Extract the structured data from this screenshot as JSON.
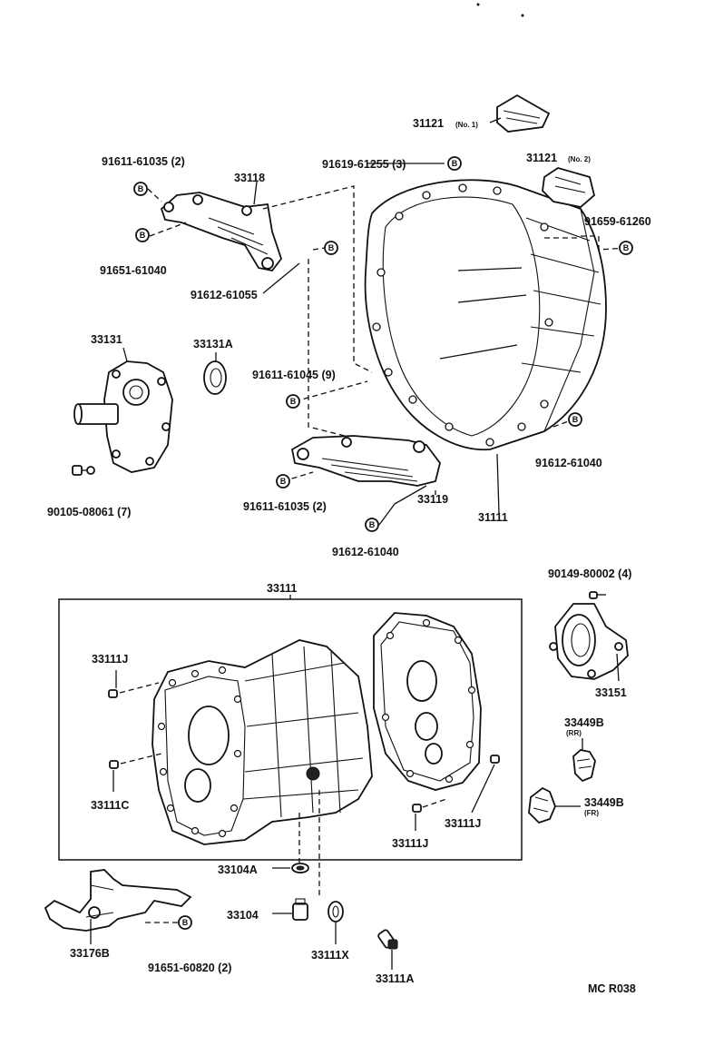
{
  "labels": {
    "p31121_no1": "31121",
    "p31121_no1_sub": "(No. 1)",
    "p31121_no2": "31121",
    "p31121_no2_sub": "(No. 2)",
    "p91611_61035_top": "91611-61035 (2)",
    "p33118": "33118",
    "p91619_61255": "91619-61255 (3)",
    "p91651_61040": "91651-61040",
    "p91612_61055": "91612-61055",
    "p91659_61260": "91659-61260",
    "p33131": "33131",
    "p33131A": "33131A",
    "p91611_61045": "91611-61045 (9)",
    "p91612_61040_right": "91612-61040",
    "p90105_08061": "90105-08061 (7)",
    "p91611_61035_bottom": "91611-61035 (2)",
    "p33119": "33119",
    "p31111": "31111",
    "p91612_61040_bottom": "91612-61040",
    "p33111": "33111",
    "p90149_80002": "90149-80002 (4)",
    "p33111J_left": "33111J",
    "p33151": "33151",
    "p33449B_rr": "33449B",
    "p33449B_rr_sub": "(RR)",
    "p33111C": "33111C",
    "p33449B_fr": "33449B",
    "p33449B_fr_sub": "(FR)",
    "p33111J_right": "33111J",
    "p33111J_bottom": "33111J",
    "p33104A": "33104A",
    "p33104": "33104",
    "p33111X": "33111X",
    "p33176B": "33176B",
    "p91651_60820": "91651-60820 (2)",
    "p33111A": "33111A",
    "footer_code": "MC R038"
  },
  "bolt_marker": "B"
}
